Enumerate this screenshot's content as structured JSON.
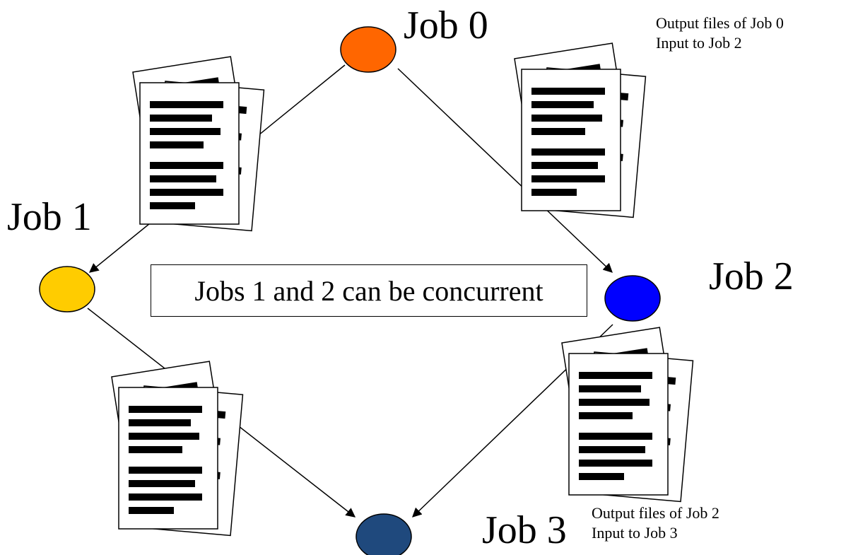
{
  "jobs": [
    {
      "id": "job-0",
      "label": "Job 0",
      "color": "#FF6600"
    },
    {
      "id": "job-1",
      "label": "Job 1",
      "color": "#FFCC00"
    },
    {
      "id": "job-2",
      "label": "Job 2",
      "color": "#0000FF"
    },
    {
      "id": "job-3",
      "label": "Job 3",
      "color": "#1F497D"
    }
  ],
  "edges": [
    {
      "from": "job-0",
      "to": "job-1"
    },
    {
      "from": "job-0",
      "to": "job-2"
    },
    {
      "from": "job-1",
      "to": "job-3"
    },
    {
      "from": "job-2",
      "to": "job-3"
    }
  ],
  "concurrency_note": "Jobs 1 and 2 can be concurrent",
  "annotations": {
    "job0_output": {
      "line1": "Output files of Job 0",
      "line2": "Input to Job 2"
    },
    "job2_output": {
      "line1": "Output files of Job 2",
      "line2": "Input to Job 3"
    }
  },
  "icons": [
    "document-stack-icon"
  ]
}
